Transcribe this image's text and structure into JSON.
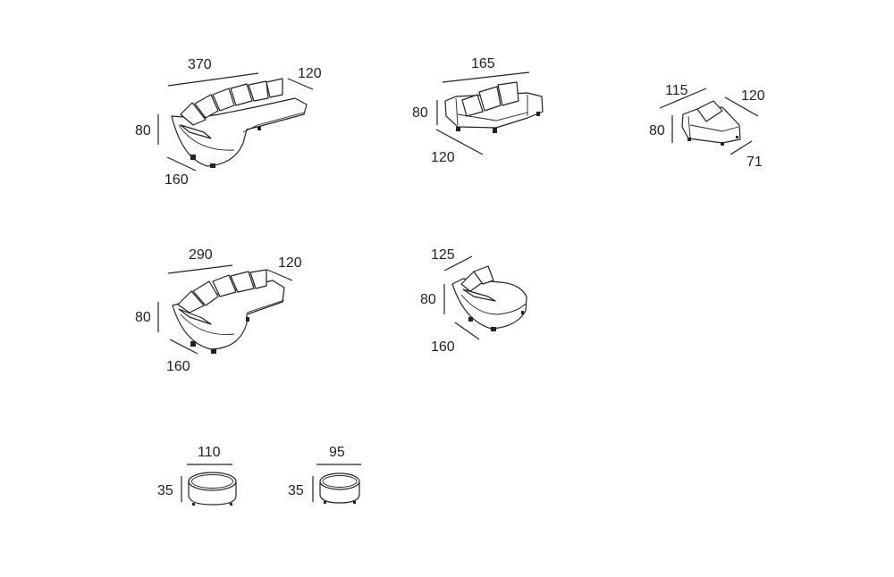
{
  "products": [
    {
      "name": "corner-sofa-large",
      "dims": {
        "length": "370",
        "depth": "120",
        "height": "80",
        "chaise": "160"
      }
    },
    {
      "name": "straight-sofa",
      "dims": {
        "length": "165",
        "height": "80",
        "depth": "120"
      }
    },
    {
      "name": "armchair-small",
      "dims": {
        "length": "115",
        "depth": "120",
        "height": "80",
        "seat": "71"
      }
    },
    {
      "name": "corner-sofa-medium",
      "dims": {
        "length": "290",
        "depth": "120",
        "height": "80",
        "chaise": "160"
      }
    },
    {
      "name": "chaise-chair",
      "dims": {
        "length": "125",
        "height": "80",
        "depth": "160"
      }
    },
    {
      "name": "pouf-large",
      "dims": {
        "width": "110",
        "height": "35"
      }
    },
    {
      "name": "pouf-small",
      "dims": {
        "width": "95",
        "height": "35"
      }
    }
  ]
}
